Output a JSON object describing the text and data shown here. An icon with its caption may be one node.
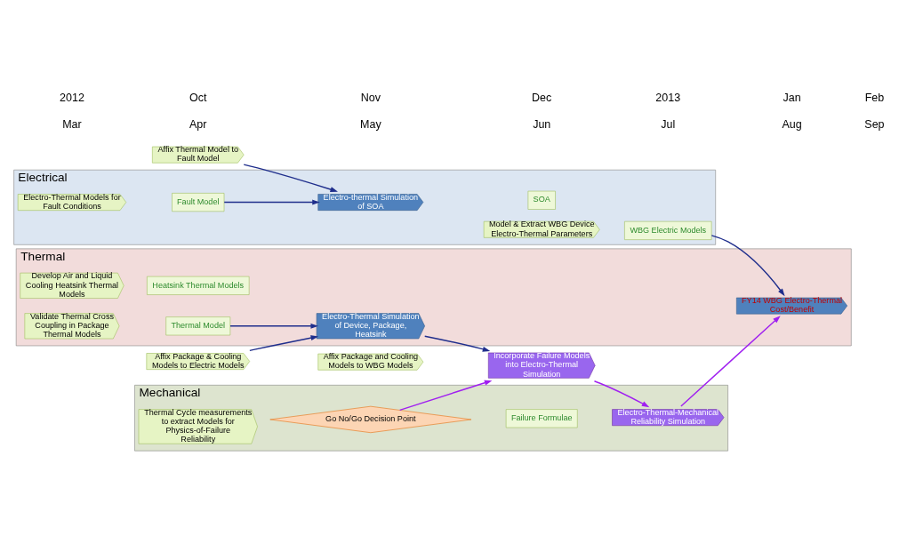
{
  "diagram": {
    "nodes": [
      {
        "text": [
          "Electrical"
        ]
      },
      {
        "text": [
          "Thermal"
        ]
      },
      {
        "text": [
          "Mechanical"
        ]
      },
      {
        "text": [
          "Electro-Thermal Models for Fault Conditions"
        ],
        "in": 0
      },
      {
        "text": [
          "Fault Model"
        ],
        "in": 0
      },
      {
        "text": [
          "Electro-thermal Simulation of SOA"
        ],
        "in": 0
      },
      {
        "text": [
          "SOA"
        ],
        "in": 0
      },
      {
        "text": [
          "Model & Extract WBG Device Electro-Thermal Parameters"
        ],
        "in": 0
      },
      {
        "text": [
          "WBG Electric Models"
        ],
        "in": 0
      },
      {
        "text": [
          "Affix Thermal Model to Fault Model"
        ]
      },
      {
        "text": [
          "Affix Package & Cooling Models to Electric Models"
        ]
      },
      {
        "text": [
          "Affix Package and Cooling Models to WBG Models"
        ]
      },
      {
        "text": [
          "Develop Air and Liquid Cooling Heatsink Thermal Models"
        ],
        "in": 1
      },
      {
        "text": [
          "Heatsink Thermal Models"
        ],
        "in": 1
      },
      {
        "text": [
          "Electro-Thermal Simulation of Device, Package, Heatsink"
        ],
        "in": 1
      },
      {
        "text": [
          "Validate Thermal Cross Coupling in Package Thermal Models"
        ],
        "in": 1
      },
      {
        "text": [
          "Thermal Model"
        ],
        "in": 1
      },
      {
        "text": [
          "FY14 WBG Electro-Thermal Cost/Benefit"
        ],
        "in": 1
      },
      {
        "text": [
          "Incorporate Failure Models into Electro-Thermal Simulation"
        ]
      },
      {
        "text": [
          "Thermal Cycle measurements to extract Models for Physics-of-Failure Reliability"
        ],
        "in": 2
      },
      {
        "text": [
          "Go No/Go Decision Point"
        ],
        "in": 2
      },
      {
        "text": [
          "Failure Formulae"
        ],
        "in": 2
      },
      {
        "text": [
          "Electro-Thermal-Mechanical Reliability Simulation"
        ],
        "in": 2
      }
    ],
    "edges": [
      {
        "from": 4,
        "to": 5,
        "arrow": "to"
      },
      {
        "from": 9,
        "to": 5,
        "arrow": "to"
      },
      {
        "from": 10,
        "to": 14,
        "arrow": "to"
      },
      {
        "from": 16,
        "to": 14,
        "arrow": "to"
      },
      {
        "from": 8,
        "to": 17,
        "arrow": "to"
      },
      {
        "from": 14,
        "to": 18,
        "arrow": "to"
      },
      {
        "from": 20,
        "to": 18,
        "arrow": "to",
        "color": "#a020f0"
      },
      {
        "from": 18,
        "to": 22,
        "arrow": "to",
        "color": "#a020f0"
      },
      {
        "from": 22,
        "to": 17,
        "arrow": "to",
        "color": "#a020f0"
      }
    ],
    "labels": [
      "2012",
      "Oct",
      "Nov",
      "Dec",
      "2013",
      "Jan",
      "Feb",
      "Mar",
      "Apr",
      "May",
      "Jun",
      "Jul",
      "Aug",
      "Sep"
    ]
  }
}
